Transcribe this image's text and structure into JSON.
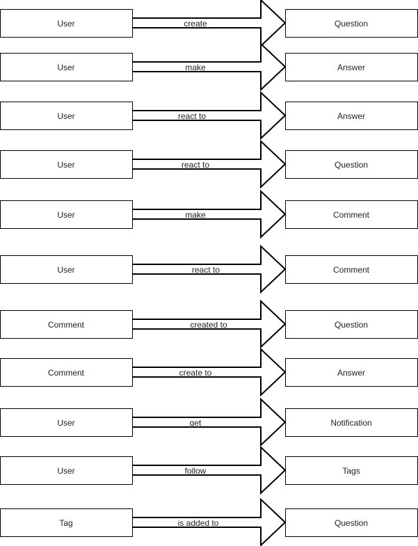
{
  "relations": [
    {
      "source": "User",
      "label": "create",
      "target": "Question"
    },
    {
      "source": "User",
      "label": "make",
      "target": "Answer"
    },
    {
      "source": "User",
      "label": "react to",
      "target": "Answer"
    },
    {
      "source": "User",
      "label": "react to",
      "target": "Question"
    },
    {
      "source": "User",
      "label": "make",
      "target": "Comment"
    },
    {
      "source": "User",
      "label": "react to",
      "target": "Comment"
    },
    {
      "source": "Comment",
      "label": "created to",
      "target": "Question"
    },
    {
      "source": "Comment",
      "label": "create to",
      "target": "Answer"
    },
    {
      "source": "User",
      "label": "get",
      "target": "Notification"
    },
    {
      "source": "User",
      "label": "follow",
      "target": "Tags"
    },
    {
      "source": "Tag",
      "label": "is added to",
      "target": "Question"
    }
  ]
}
